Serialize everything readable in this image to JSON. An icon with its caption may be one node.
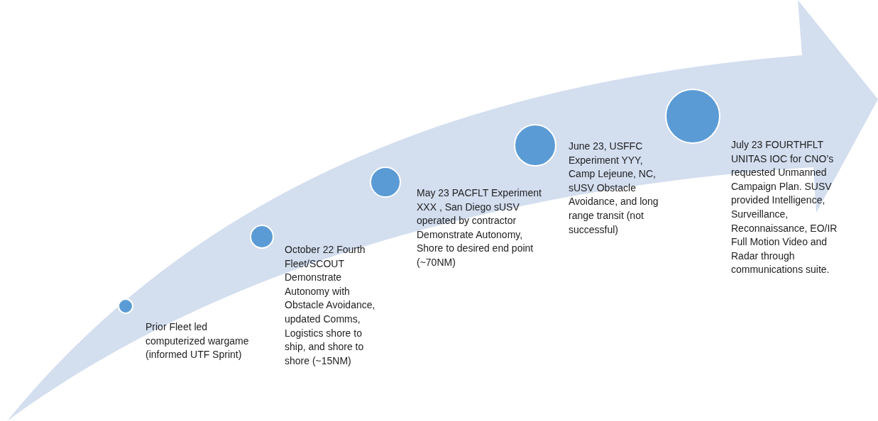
{
  "diagram": {
    "nodes": [
      {
        "text": [],
        "shape": "circle",
        "beside": [
          "Prior Fleet led computerized wargame (informed UTF Sprint)"
        ]
      },
      {
        "text": [],
        "shape": "circle",
        "beside": [
          "October 22 Fourth Fleet/SCOUT Demonstrate Autonomy with Obstacle Avoidance, updated Comms, Logistics shore to ship, and shore to shore (~15NM)"
        ]
      },
      {
        "text": [],
        "shape": "circle",
        "beside": [
          "May 23 PACFLT Experiment XXX , San Diego sUSV operated by contractor Demonstrate Autonomy, Shore to desired end point (~70NM)"
        ]
      },
      {
        "text": [],
        "shape": "circle",
        "beside": [
          "June 23, USFFC Experiment YYY, Camp Lejeune, NC, sUSV Obstacle Avoidance, and long range transit (not successful)"
        ]
      },
      {
        "text": [],
        "shape": "circle",
        "beside": [
          "July 23 FOURTHFLT UNITAS IOC for CNO’s requested Unmanned Campaign Plan. SUSV provided Intelligence, Surveillance, Reconnaissance, EO/IR Full Motion Video and Radar through communications suite."
        ]
      }
    ]
  }
}
